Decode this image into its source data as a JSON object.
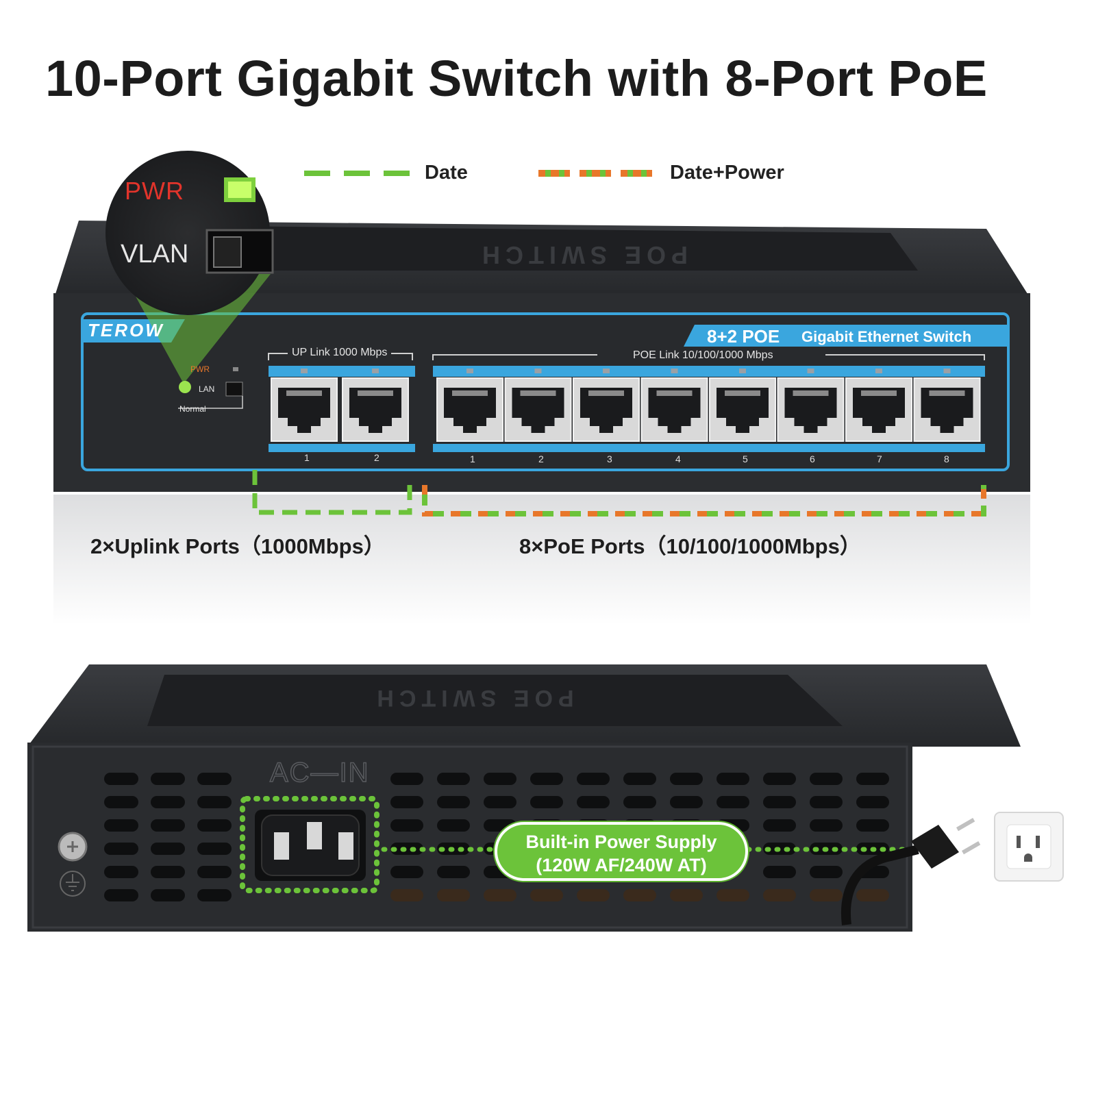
{
  "headline": "10-Port Gigabit Switch with 8-Port PoE",
  "legend": {
    "data_label": "Date",
    "data_power_label": "Date+Power"
  },
  "colors": {
    "green": "#6cc33a",
    "orange": "#e8772a",
    "panel_blue": "#3aa6de",
    "chassis": "#2b2d30"
  },
  "zoom_callout": {
    "pwr_label": "PWR",
    "vlan_label": "VLAN"
  },
  "front_panel": {
    "brand": "TEROW",
    "model_banner": "8+2 POE",
    "product_banner": "Gigabit Ethernet Switch",
    "uplink_header": "UP Link 1000 Mbps",
    "poe_header": "POE Link 10/100/1000 Mbps",
    "pwr_led_label": "PWR",
    "vlan_switch_label": "LAN",
    "normal_label": "Normal",
    "uplink_port_numbers": [
      "1",
      "2"
    ],
    "poe_port_numbers": [
      "1",
      "2",
      "3",
      "4",
      "5",
      "6",
      "7",
      "8"
    ]
  },
  "captions": {
    "uplink": "2×Uplink Ports（1000Mbps）",
    "poe": "8×PoE Ports（10/100/1000Mbps）"
  },
  "lid_text": "POE SWITCH",
  "rear_panel": {
    "ac_label": "AC—IN",
    "psu_line1": "Built-in Power Supply",
    "psu_line2": "(120W AF/240W AT)"
  }
}
